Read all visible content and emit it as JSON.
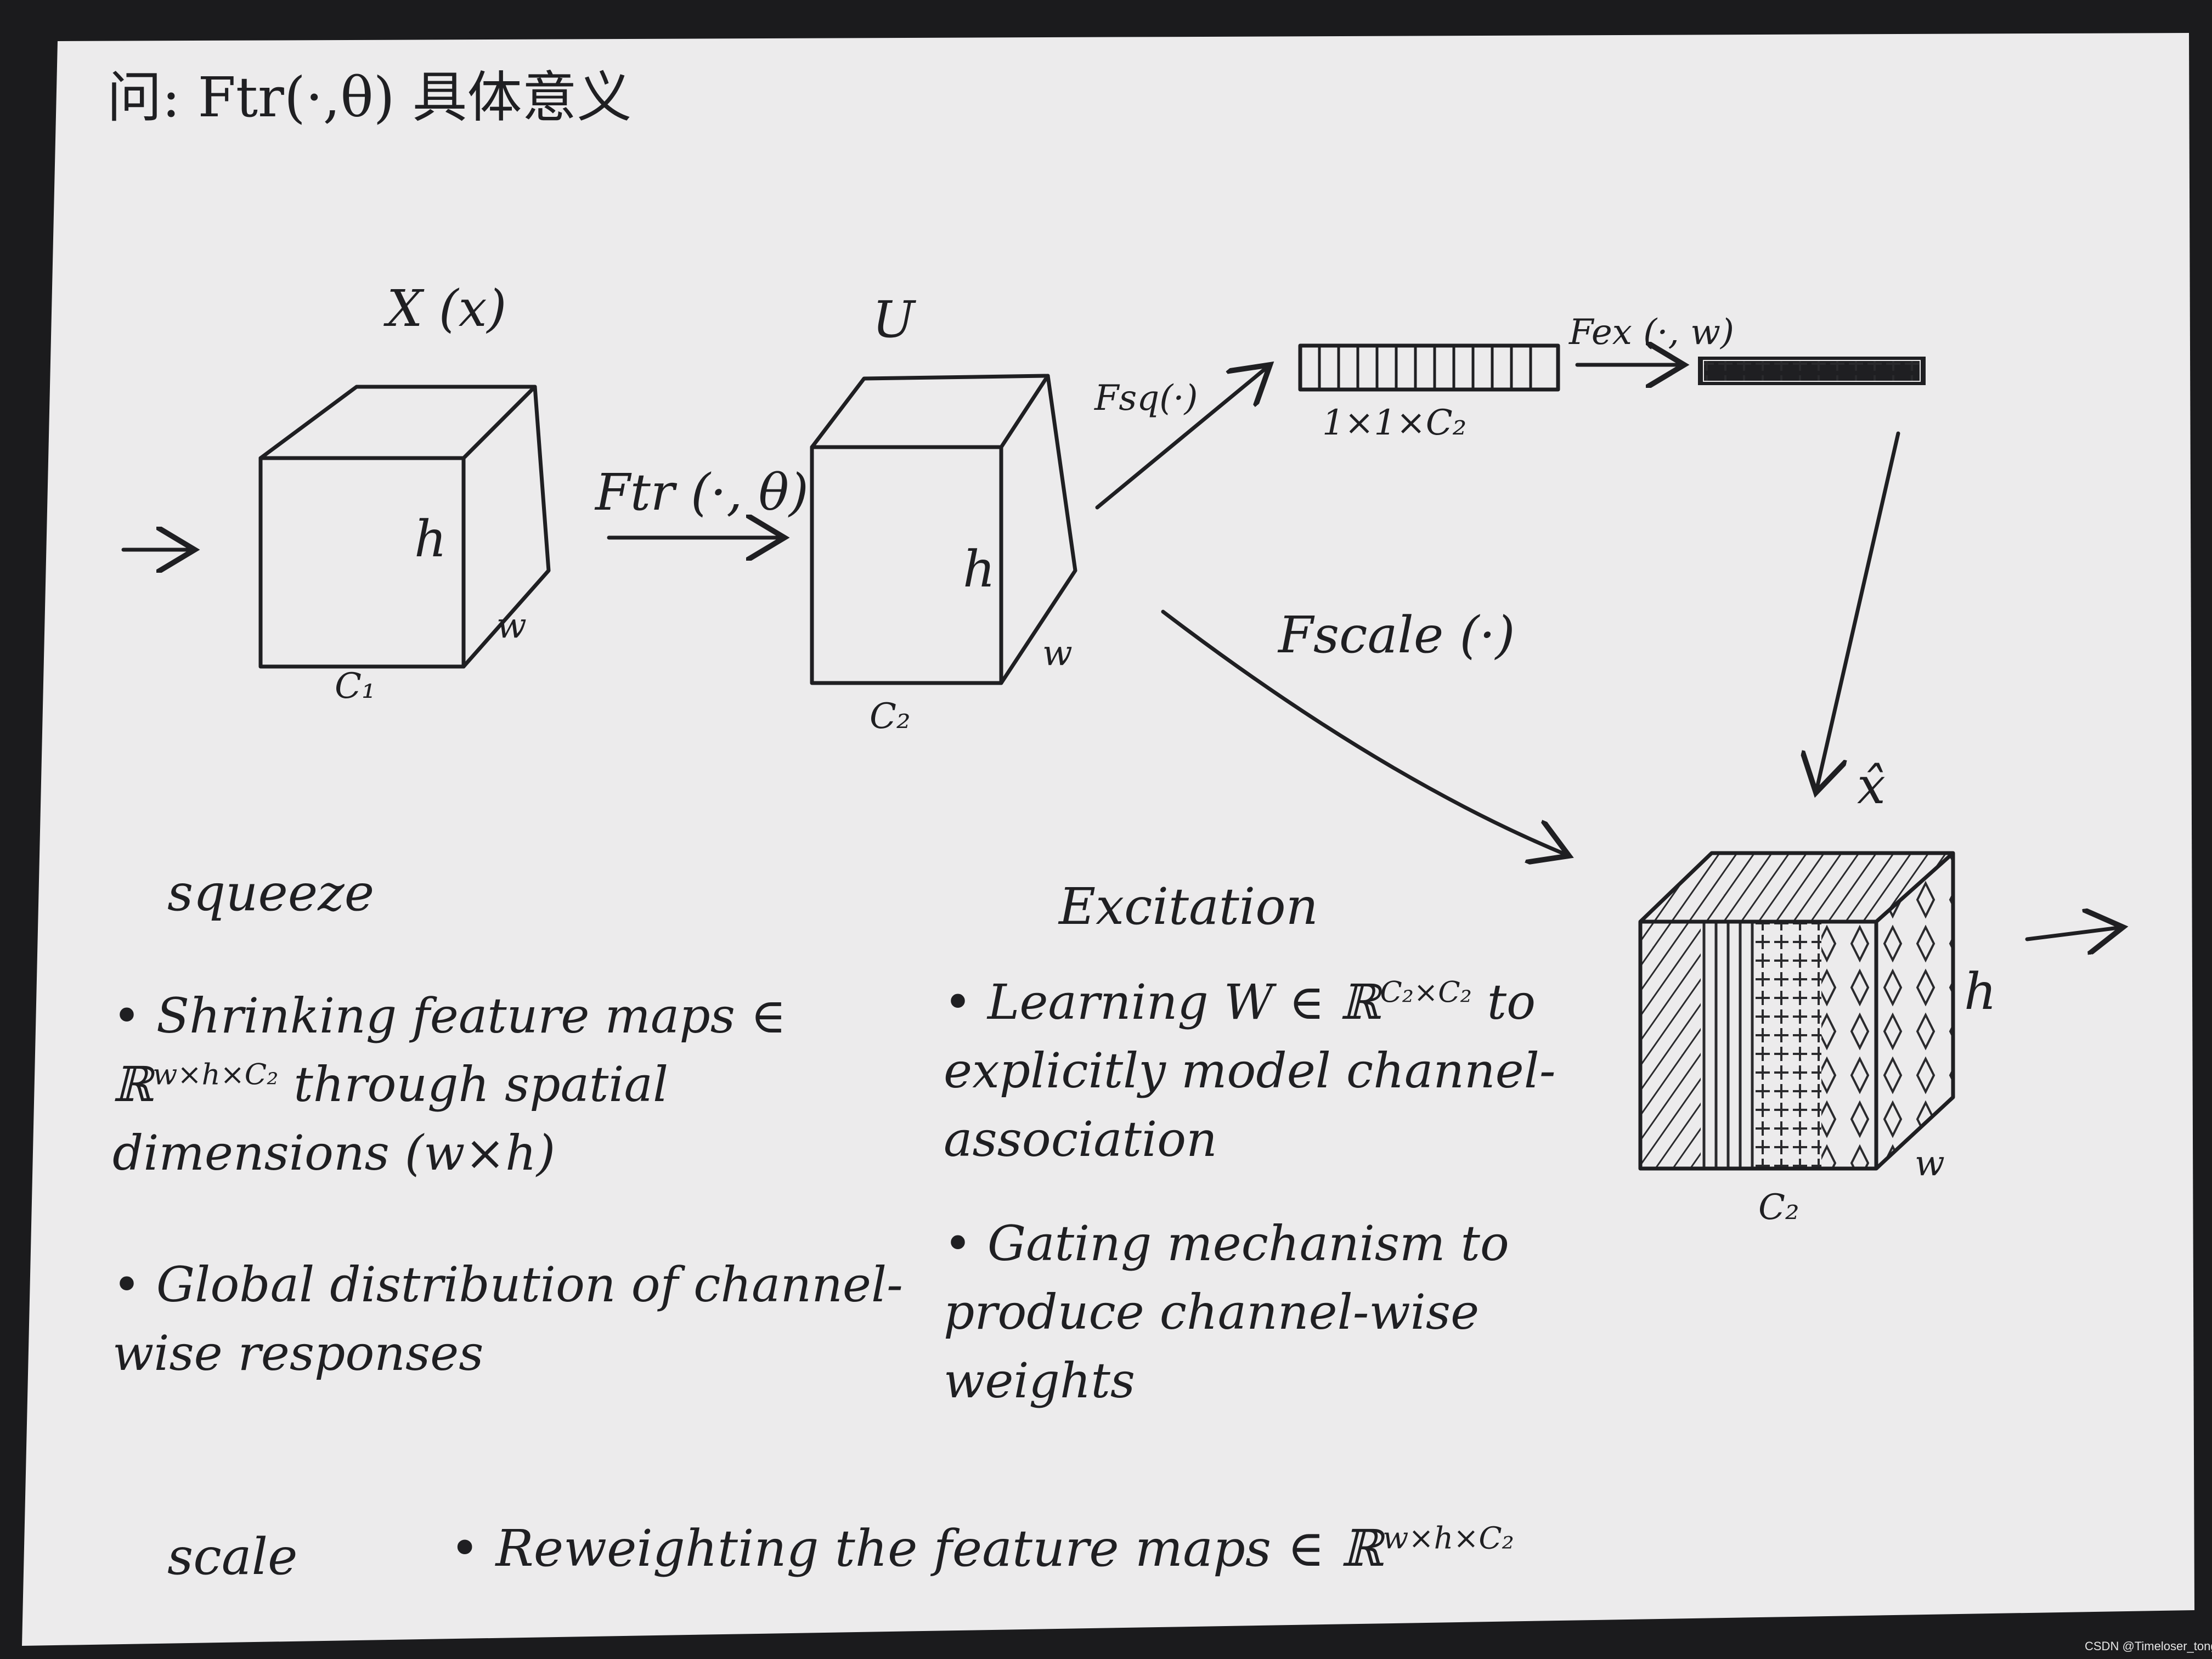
{
  "title": "问: Ftr(·,θ) 具体意义",
  "labels": {
    "input_x": "X (x)",
    "input_h": "h",
    "input_w": "w",
    "input_c": "C₁",
    "ftr": "Ftr (·, θ)",
    "u": "U",
    "u_h": "h",
    "u_w": "w",
    "u_c": "C₂",
    "fsq": "Fsq(·)",
    "vec_dims": "1×1×C₂",
    "fex": "Fex (·, w)",
    "fscale": "Fscale (·)",
    "xhat": "x̂",
    "out_h": "h",
    "out_w": "w",
    "out_c": "C₂"
  },
  "squeeze": {
    "heading": "squeeze",
    "p1_pre": "• Shrinking feature maps ∈ ℝ",
    "p1_sup": "w×h×C₂",
    "p1_post": " through spatial dimensions (w×h)",
    "p2": "• Global distribution of channel-wise responses"
  },
  "excitation": {
    "heading": "Excitation",
    "p1_pre": "• Learning W ∈ ℝ",
    "p1_sup": "C₂×C₂",
    "p1_post": " to explicitly model channel-association",
    "p2": "• Gating mechanism to produce channel-wise weights"
  },
  "scale": {
    "heading": "scale",
    "text_pre": "• Reweighting the feature maps ∈ ℝ",
    "text_sup": "w×h×C₂"
  },
  "credit": "CSDN @Timeloser_tong",
  "colors": {
    "paper": "#ecebec",
    "ink": "#1f1f22",
    "background": "#1b1b1d"
  }
}
